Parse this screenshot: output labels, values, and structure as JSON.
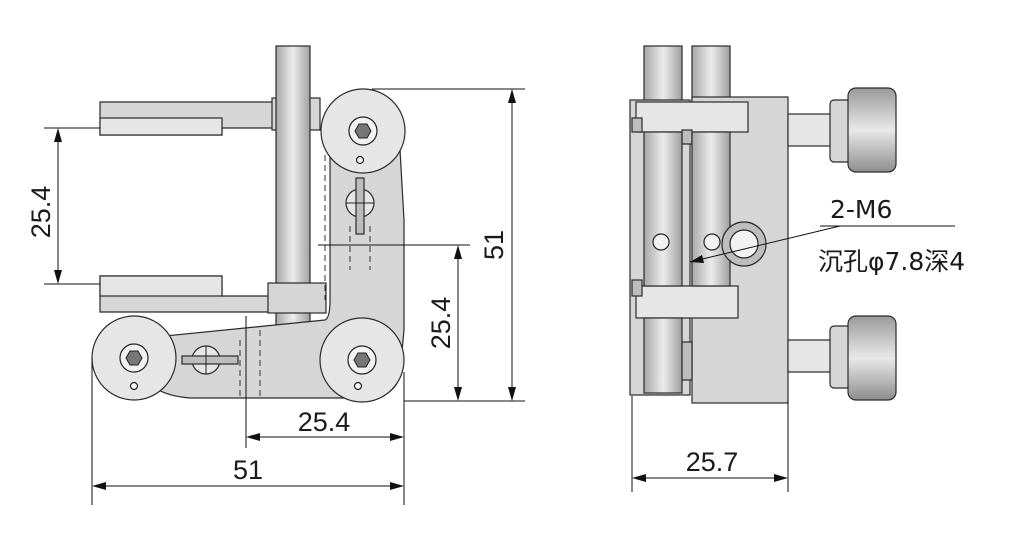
{
  "dimensions": {
    "left_vertical": "25.4",
    "right_tall": "51",
    "right_mid": "25.4",
    "bottom_inner": "25.4",
    "bottom_overall": "51",
    "side_width": "25.7"
  },
  "annotation": {
    "line1": "2-M6",
    "line2": "沉孔φ7.8深4"
  },
  "colors": {
    "part_fill": "#d6d6d6",
    "outline": "#2a2a2a",
    "dimension": "#111111"
  }
}
